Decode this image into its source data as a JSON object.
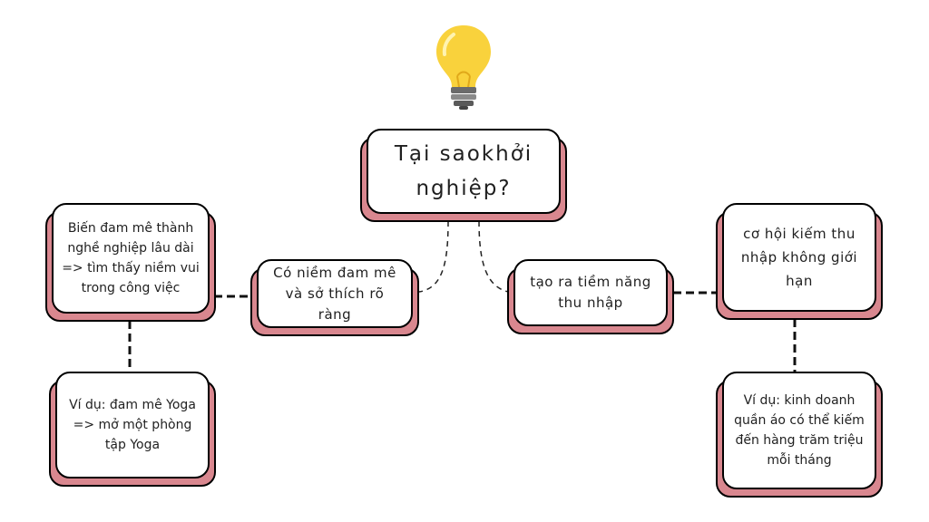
{
  "diagram": {
    "root": {
      "text": "Tại saokhởi nghiệp?"
    },
    "left_branch": {
      "reason": {
        "text": "Có niềm đam mê và sở thích rõ ràng"
      },
      "detail": {
        "text": "Biến đam mê thành nghề nghiệp lâu dài => tìm thấy niềm vui trong công việc"
      },
      "example": {
        "text": "Ví dụ: đam mê Yoga => mở một phòng tập Yoga"
      }
    },
    "right_branch": {
      "reason": {
        "text": "tạo ra tiềm năng thu nhập"
      },
      "detail": {
        "text": "cơ hội kiếm thu nhập không giới hạn"
      },
      "example": {
        "text": "Ví dụ: kinh doanh quần áo có thể kiếm đến hàng trăm triệu mỗi tháng"
      }
    },
    "icon": "lightbulb-icon",
    "colors": {
      "card_shadow": "#d9878f",
      "bulb_glass": "#f9d23c",
      "bulb_base": "#6b6b6b",
      "outline": "#000000"
    }
  }
}
